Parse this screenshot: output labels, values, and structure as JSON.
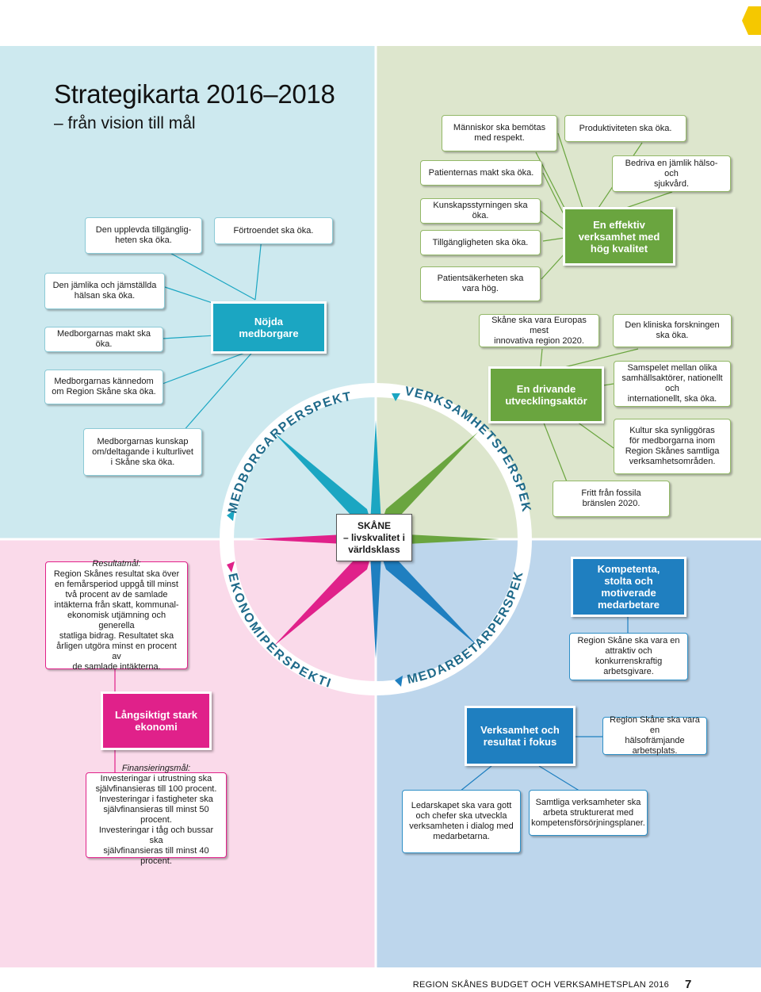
{
  "title": "Strategikarta 2016–2018",
  "subtitle": "– från vision till mål",
  "colors": {
    "teal_bg": "#cde9ef",
    "green_bg": "#dde6cd",
    "pink_bg": "#fadaea",
    "blue_bg": "#bdd6ec",
    "teal": "#1ba6c2",
    "green": "#6aa53f",
    "pink": "#e0218a",
    "blue": "#1f7fc0",
    "accent_yellow": "#f5c800"
  },
  "center": {
    "text": "SKÅNE\n– livskvalitet i\nvärldsklass"
  },
  "perspectives": {
    "medborgar": "MEDBORGARPERSPEKTIVET",
    "verksamhet": "VERKSAMHETSPERSPEKTIVET",
    "ekonomi": "EKONOMIPERSPEKTIVET",
    "medarbetar": "MEDARBETARPERSPEKTIVET"
  },
  "medborgare": {
    "header": "Nöjda\nmedborgare",
    "goals": [
      "Den upplevda tillgänglig-\nheten ska öka.",
      "Förtroendet ska öka.",
      "Den jämlika och jämställda\nhälsan ska öka.",
      "Medborgarnas makt ska öka.",
      "Medborgarnas kännedom\nom Region Skåne ska öka.",
      "Medborgarnas kunskap\nom/deltagande i kulturlivet\ni Skåne ska öka."
    ]
  },
  "verksamhet_kvalitet": {
    "header": "En effektiv\nverksamhet med\nhög kvalitet",
    "goals": [
      "Människor ska bemötas\nmed respekt.",
      "Produktiviteten ska öka.",
      "Patienternas makt ska öka.",
      "Bedriva en jämlik hälso- och\nsjukvård.",
      "Kunskapsstyrningen ska öka.",
      "Tillgängligheten ska öka.",
      "Patientsäkerheten ska\nvara hög."
    ]
  },
  "utveckling": {
    "header": "En drivande\nutvecklingsaktör",
    "goals": [
      "Skåne ska vara Europas mest\ninnovativa region 2020.",
      "Den kliniska forskningen\nska öka.",
      "Samspelet mellan olika\nsamhällsaktörer, nationellt och\ninternationellt, ska öka.",
      "Kultur ska synliggöras\nför medborgarna inom\nRegion Skånes samtliga\nverksamhetsområden.",
      "Fritt från fossila\nbränslen 2020."
    ]
  },
  "ekonomi": {
    "resultat_label": "Resultatmål:",
    "resultat_text": "Region Skånes resultat ska över\nen femårsperiod uppgå till minst\ntvå procent av de samlade\nintäkterna från skatt, kommunal-\nekonomisk utjämning och generella\nstatliga bidrag. Resultatet ska\nårligen utgöra minst en procent av\nde samlade intäkterna.",
    "header": "Långsiktigt stark\nekonomi",
    "finans_label": "Finansieringsmål:",
    "finans_text": "Investeringar i utrustning ska\nsjälvfinansieras till 100 procent.\nInvesteringar i fastigheter ska\nsjälvfinansieras till minst 50 procent.\nInvesteringar i tåg och bussar ska\nsjälvfinansieras till minst 40 procent."
  },
  "medarbetare": {
    "header": "Kompetenta,\nstolta och motiverade\nmedarbetare",
    "goal": "Region Skåne ska vara en\nattraktiv och konkurrenskraftig\narbetsgivare."
  },
  "resultat_fokus": {
    "header": "Verksamhet och\nresultat i fokus",
    "goals": [
      "Region Skåne ska vara en\nhälsofrämjande arbetsplats.",
      "Ledarskapet ska vara gott\noch chefer ska utveckla\nverksamheten i dialog med\nmedarbetarna.",
      "Samtliga verksamheter ska\narbeta strukturerat med\nkompetensförsörjningsplaner."
    ]
  },
  "footer": {
    "text": "REGION SKÅNES BUDGET OCH VERKSAMHETSPLAN 2016",
    "page": "7"
  }
}
